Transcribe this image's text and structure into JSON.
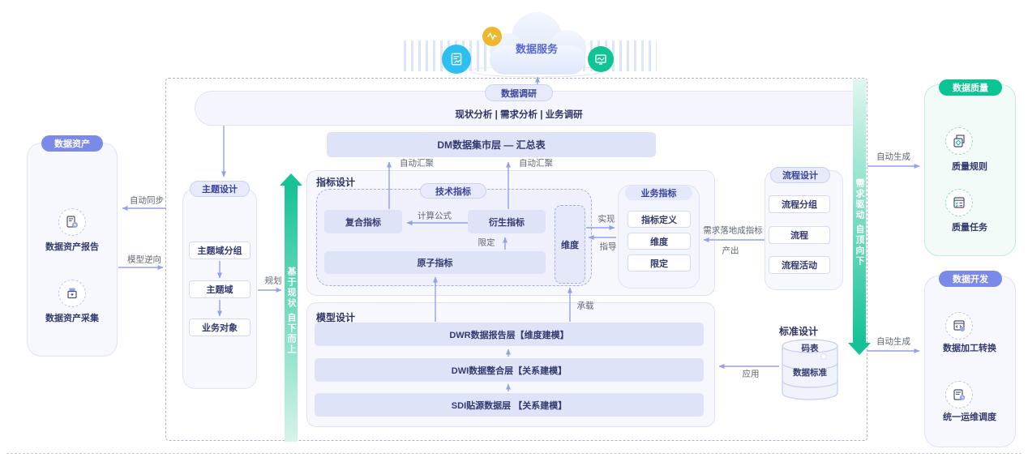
{
  "colors": {
    "accent_purple": "#7B89E8",
    "accent_green": "#0CC493",
    "connector_blue": "#93A1EA",
    "node_fill": "#DEE3F8",
    "panel_fill": "#F7F8FE",
    "navy_text": "#333A6E",
    "label_gray": "#5F6672",
    "cyan_badge": "#2BC0EF",
    "yellow_badge": "#ECB82E"
  },
  "cloud": {
    "title": "数据服务"
  },
  "survey": {
    "pill": "数据调研",
    "subtitle": "现状分析 | 需求分析 | 业务调研"
  },
  "dm_box": {
    "label": "DM数据集市层 — 汇总表"
  },
  "asset_panel": {
    "title": "数据资产",
    "item1": "数据资产报告",
    "item2": "数据资产采集"
  },
  "subject_panel": {
    "title": "主题设计",
    "item1": "主题域分组",
    "item2": "主题域",
    "item3": "业务对象"
  },
  "indicator_panel": {
    "title": "指标设计",
    "tech_pill": "技术指标",
    "composite": "复合指标",
    "derived": "衍生指标",
    "atomic": "原子指标",
    "dimension": "维度"
  },
  "business_panel": {
    "title": "业务指标",
    "item1": "指标定义",
    "item2": "维度",
    "item3": "限定"
  },
  "process_panel": {
    "title": "流程设计",
    "item1": "流程分组",
    "item2": "流程",
    "item3": "流程活动"
  },
  "model_panel": {
    "title": "模型设计",
    "layer1": "DWR数据报告层【维度建模】",
    "layer2": "DWI数据整合层【关系建模】",
    "layer3": "SDI贴源数据层 【关系建模】"
  },
  "standard": {
    "title": "标准设计",
    "cyl_top": "码表",
    "cyl_bottom": "数据标准"
  },
  "quality_panel": {
    "title": "数据质量",
    "item1": "质量规则",
    "item2": "质量任务"
  },
  "dev_panel": {
    "title": "数据开发",
    "item1": "数据加工转换",
    "item2": "统一运维调度"
  },
  "flow_up": "基于现状 自下而上",
  "flow_down": "需求驱动 自顶向下",
  "labels": {
    "auto_sync": "自动同步",
    "model_reverse": "模型逆向",
    "plan": "规划",
    "auto_agg_1": "自动汇聚",
    "auto_agg_2": "自动汇聚",
    "calc_formula": "计算公式",
    "limit": "限定",
    "realize": "实现",
    "guide": "指导",
    "demand_line1": "需求落地成指标",
    "demand_line2": "产出",
    "carry": "承载",
    "apply": "应用",
    "auto_gen_1": "自动生成",
    "auto_gen_2": "自动生成"
  }
}
